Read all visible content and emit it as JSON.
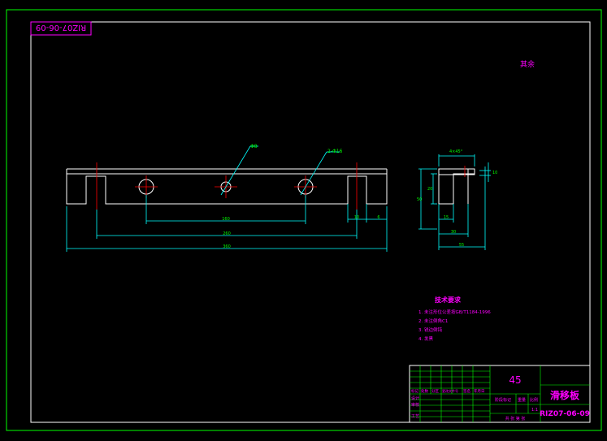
{
  "drawing_number_top": "RIZ07-06-09",
  "note_top_right": "其余",
  "labels": {
    "hole_small": "Φ8",
    "hole_big": "2-Φ16",
    "dim_inner": "160",
    "dim_mid": "260",
    "dim_overall": "360",
    "dim_side_left_a": "10",
    "dim_side_left_b": "6",
    "dim_side_right": "10",
    "side_top": "4×45°",
    "side_w1": "30",
    "side_w2": "15",
    "side_w3": "55",
    "side_h": "50",
    "side_h2": "20"
  },
  "tech_requirements": {
    "title": "技术要求",
    "items": [
      "1. 未注形位公差按GB/T1184-1996",
      "2. 未注倒角C1",
      "3. 锐边倒钝",
      "4. 发黑"
    ]
  },
  "title_block": {
    "material": "45",
    "part_name": "滑移板",
    "drawing_no": "RIZ07-06-09",
    "scale": "1:1",
    "stage_mark_label": "阶段标记",
    "weight_label": "重量",
    "scale_label": "比例",
    "sheet_info": "共 张 第 张",
    "row_labels": [
      "设计",
      "审核",
      "工艺"
    ],
    "col_labels": [
      "标记",
      "处数",
      "分区",
      "更改文件号",
      "签名",
      "年月日"
    ]
  },
  "colors": {
    "frame": "#00ff00",
    "outline": "#ffffff",
    "dimension": "#00ffff",
    "center": "#ff0000",
    "text": "#ff00ff",
    "leader": "#00ff00"
  }
}
